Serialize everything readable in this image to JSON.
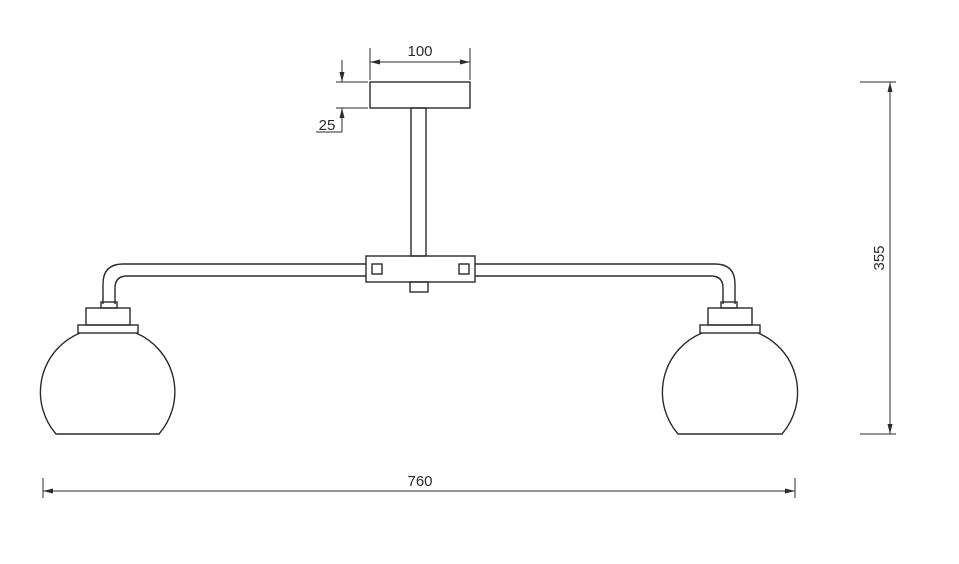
{
  "drawing": {
    "dimensions": {
      "canopy_width": "100",
      "canopy_height": "25",
      "overall_height": "355",
      "overall_width": "760"
    }
  }
}
